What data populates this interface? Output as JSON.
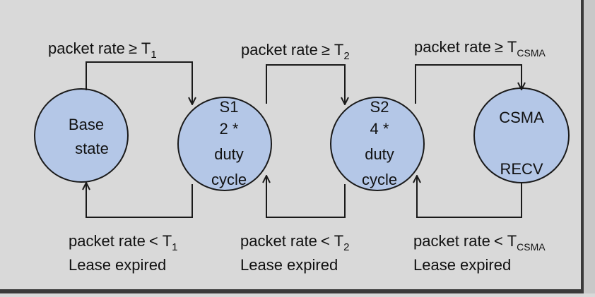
{
  "colors": {
    "background": "#d9d9d9",
    "state_fill": "#b4c7e7",
    "stroke": "#1a1a1a"
  },
  "states": [
    {
      "id": "base",
      "lines": [
        "Base",
        "state"
      ]
    },
    {
      "id": "s1",
      "lines": [
        "S1",
        "2 *",
        "duty",
        "cycle"
      ]
    },
    {
      "id": "s2",
      "lines": [
        "S2",
        "4 *",
        "duty",
        "cycle"
      ]
    },
    {
      "id": "csma",
      "lines": [
        "CSMA",
        "RECV"
      ]
    }
  ],
  "transitions_up": [
    {
      "text": "packet rate",
      "op": "≥",
      "threshold": "T",
      "sub": "1"
    },
    {
      "text": "packet rate",
      "op": "≥",
      "threshold": "T",
      "sub": "2"
    },
    {
      "text": "packet rate",
      "op": "≥",
      "threshold": "T",
      "sub": "CSMA"
    }
  ],
  "transitions_down": [
    {
      "text": "packet rate",
      "op": "<",
      "threshold": "T",
      "sub": "1",
      "note": "Lease expired"
    },
    {
      "text": "packet rate",
      "op": "<",
      "threshold": "T",
      "sub": "2",
      "note": "Lease expired"
    },
    {
      "text": "packet rate",
      "op": "<",
      "threshold": "T",
      "sub": "CSMA",
      "note": "Lease expired"
    }
  ]
}
